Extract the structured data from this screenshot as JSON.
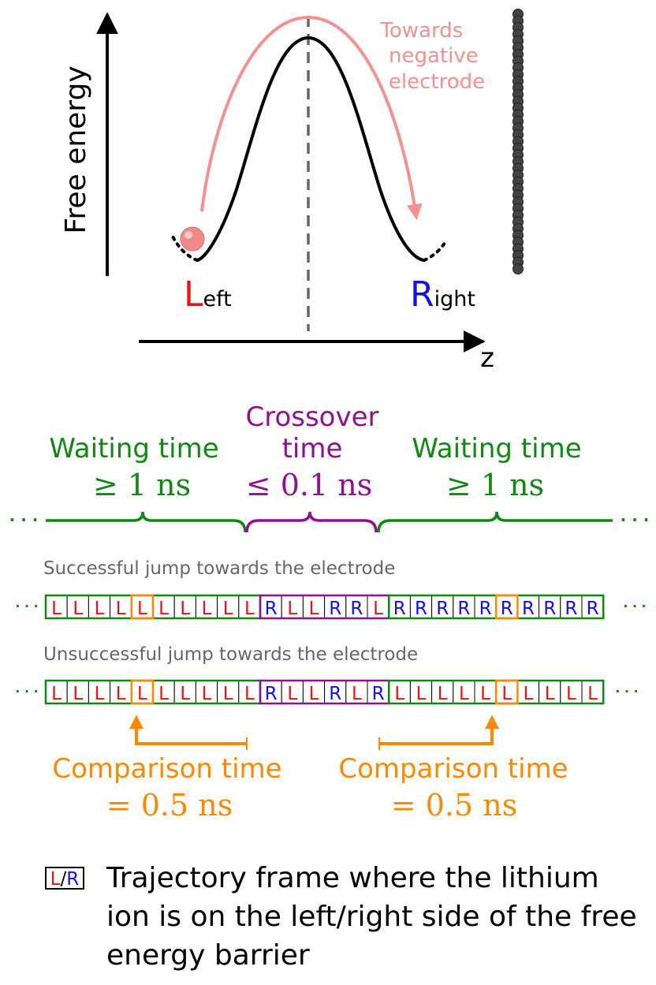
{
  "colors": {
    "left": "#ee1111",
    "right": "#1111ee",
    "waiting": "#118811",
    "crossover": "#8e1190",
    "comparison": "#ff8800",
    "arrow_pink": "#f59090",
    "caption_gray": "#666666",
    "ion": "#f08a8a",
    "electrode": "#444444"
  },
  "energy_plot": {
    "y_axis_label": "Free energy",
    "x_axis_label": "z",
    "left_initial": "L",
    "left_rest": "eft",
    "right_initial": "R",
    "right_rest": "ight",
    "arrow_label": [
      "Towards",
      "negative",
      "electrode"
    ]
  },
  "timeline": {
    "waiting_left": {
      "label": "Waiting time",
      "math": "≥ 1 ns"
    },
    "crossover": {
      "label_line1": "Crossover",
      "label_line2": "time",
      "math": "≤ 0.1 ns"
    },
    "waiting_right": {
      "label": "Waiting time",
      "math": "≥ 1 ns"
    },
    "ellipsis": "· · ·"
  },
  "rows": [
    {
      "caption": "Successful jump towards the electrode",
      "frames": [
        "L",
        "L",
        "L",
        "L",
        "L",
        "L",
        "L",
        "L",
        "L",
        "L",
        "R",
        "L",
        "L",
        "R",
        "R",
        "L",
        "R",
        "R",
        "R",
        "R",
        "R",
        "R",
        "R",
        "R",
        "R",
        "R"
      ],
      "groups": [
        {
          "name": "waiting-before",
          "start": 0,
          "end": 10
        },
        {
          "name": "crossover",
          "start": 10,
          "end": 16
        },
        {
          "name": "waiting-after",
          "start": 16,
          "end": 26
        }
      ],
      "compare_indices": [
        4,
        21
      ]
    },
    {
      "caption": "Unsuccessful jump towards the electrode",
      "frames": [
        "L",
        "L",
        "L",
        "L",
        "L",
        "L",
        "L",
        "L",
        "L",
        "L",
        "R",
        "L",
        "L",
        "R",
        "L",
        "R",
        "L",
        "L",
        "L",
        "L",
        "L",
        "L",
        "L",
        "L",
        "L",
        "L"
      ],
      "groups": [
        {
          "name": "waiting-before",
          "start": 0,
          "end": 10
        },
        {
          "name": "crossover",
          "start": 10,
          "end": 16
        },
        {
          "name": "waiting-after",
          "start": 16,
          "end": 26
        }
      ],
      "compare_indices": [
        4,
        21
      ]
    }
  ],
  "comparison": {
    "left": {
      "label": "Comparison time",
      "math": "= 0.5 ns"
    },
    "right": {
      "label": "Comparison time",
      "math": "= 0.5 ns"
    }
  },
  "legend": {
    "icon_left": "L",
    "icon_sep": "/",
    "icon_right": "R",
    "text": "Trajectory frame where the lithium ion is on the left/right side of the free energy barrier"
  }
}
